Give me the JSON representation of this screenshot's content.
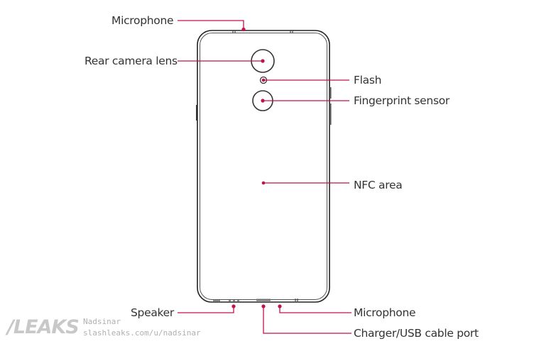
{
  "diagram": {
    "title": "Phone rear view parts layout",
    "colors": {
      "callout": "#c0134d",
      "outline": "#222222",
      "label_text": "#333333",
      "watermark": "#c0c0c0"
    },
    "labels": {
      "microphone_top": "Microphone",
      "rear_camera_lens": "Rear camera lens",
      "flash": "Flash",
      "fingerprint_sensor": "Fingerprint sensor",
      "nfc_area": "NFC area",
      "speaker": "Speaker",
      "microphone_bottom": "Microphone",
      "charger_port": "Charger/USB cable port"
    }
  },
  "watermark": {
    "logo": "/LEAKS",
    "user": "Nadsinar",
    "url": "slashleaks.com/u/nadsinar"
  }
}
